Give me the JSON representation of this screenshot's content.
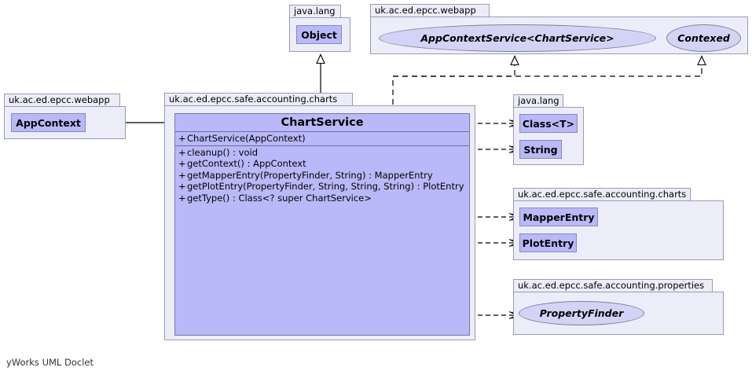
{
  "diagram": {
    "kind": "uml-class-diagram",
    "footer": "yWorks UML Doclet",
    "colors": {
      "class_fill": "#B9B9F9",
      "package_fill": "#EDEDFA",
      "interface_fill": "#D3D3F5",
      "class_border": "#7676a8",
      "package_border": "#9a9ab5",
      "edge": "#000000",
      "background": "#FFFFFF"
    }
  },
  "packages": {
    "webapp_left": {
      "label": "uk.ac.ed.epcc.webapp"
    },
    "charts_main": {
      "label": "uk.ac.ed.epcc.safe.accounting.charts"
    },
    "java_lang_object": {
      "label": "java.lang"
    },
    "webapp_top": {
      "label": "uk.ac.ed.epcc.webapp"
    },
    "java_lang_right": {
      "label": "java.lang"
    },
    "charts_right": {
      "label": "uk.ac.ed.epcc.safe.accounting.charts"
    },
    "properties_right": {
      "label": "uk.ac.ed.epcc.safe.accounting.properties"
    }
  },
  "nodes": {
    "app_context": {
      "label": "AppContext",
      "stereotype": "class"
    },
    "object": {
      "label": "Object",
      "stereotype": "class"
    },
    "app_context_service": {
      "label": "AppContextService<ChartService>",
      "stereotype": "interface"
    },
    "contexed": {
      "label": "Contexed",
      "stereotype": "interface"
    },
    "class_t": {
      "label": "Class<T>",
      "stereotype": "class"
    },
    "string": {
      "label": "String",
      "stereotype": "class"
    },
    "mapper_entry": {
      "label": "MapperEntry",
      "stereotype": "class"
    },
    "plot_entry": {
      "label": "PlotEntry",
      "stereotype": "class"
    },
    "property_finder": {
      "label": "PropertyFinder",
      "stereotype": "interface"
    }
  },
  "chart_service": {
    "title": "ChartService",
    "constructors": [
      {
        "visibility": "+",
        "signature": "ChartService(AppContext)"
      }
    ],
    "methods": [
      {
        "visibility": "+",
        "signature": "cleanup() : void"
      },
      {
        "visibility": "+",
        "signature": "getContext() : AppContext"
      },
      {
        "visibility": "+",
        "signature": "getMapperEntry(PropertyFinder, String) : MapperEntry"
      },
      {
        "visibility": "+",
        "signature": "getPlotEntry(PropertyFinder, String, String, String) : PlotEntry"
      },
      {
        "visibility": "+",
        "signature": "getType() : Class<? super ChartService>"
      }
    ]
  },
  "edges": [
    {
      "from": "ChartService",
      "to": "Object",
      "type": "generalization",
      "style": "solid-hollow-triangle"
    },
    {
      "from": "ChartService",
      "to": "AppContextService<ChartService>",
      "type": "realization",
      "style": "dashed-hollow-triangle"
    },
    {
      "from": "ChartService",
      "to": "Contexed",
      "type": "realization",
      "style": "dashed-hollow-triangle"
    },
    {
      "from": "ChartService",
      "to": "AppContext",
      "type": "association",
      "style": "solid-open-arrow"
    },
    {
      "from": "ChartService",
      "to": "Class<T>",
      "type": "dependency",
      "style": "dashed-open-arrow"
    },
    {
      "from": "ChartService",
      "to": "String",
      "type": "dependency",
      "style": "dashed-open-arrow"
    },
    {
      "from": "ChartService",
      "to": "MapperEntry",
      "type": "dependency",
      "style": "dashed-open-arrow"
    },
    {
      "from": "ChartService",
      "to": "PlotEntry",
      "type": "dependency",
      "style": "dashed-open-arrow"
    },
    {
      "from": "ChartService",
      "to": "PropertyFinder",
      "type": "dependency",
      "style": "dashed-open-arrow"
    }
  ]
}
